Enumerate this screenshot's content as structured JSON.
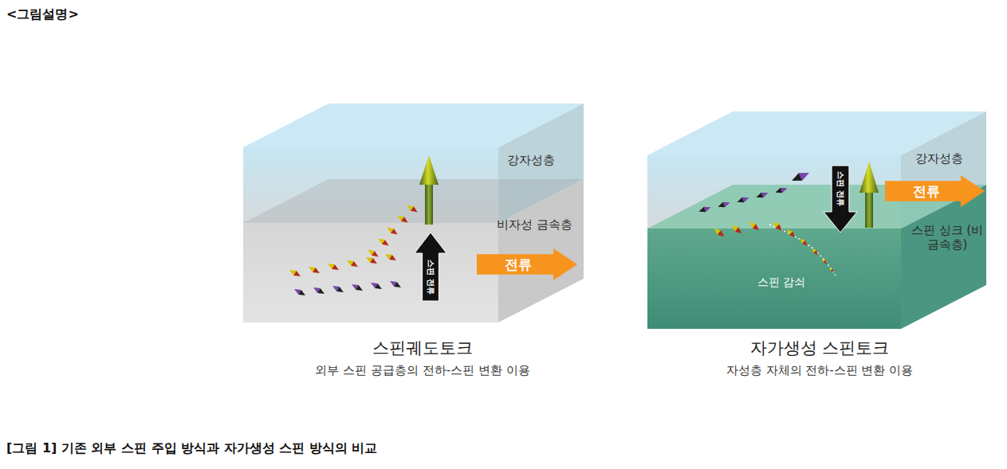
{
  "diagram": {
    "title": "<그림설명>",
    "caption": "[그림 1] 기존 외부 스핀 주입 방식과 자가생성 스핀 방식의 비교",
    "nodes": [
      {
        "text": [
          "강자성층"
        ]
      },
      {
        "text": [
          "비자성 금속층"
        ]
      },
      {
        "text": [
          "스핀 전류"
        ],
        "in": 1
      },
      {
        "text": [
          "전류"
        ],
        "in": 1
      },
      {
        "text": [
          "강자성층"
        ]
      },
      {
        "text": [
          "스핀 전류"
        ],
        "in": 4
      },
      {
        "text": [
          "전류"
        ],
        "in": 4
      },
      {
        "text": [
          "스핀 싱크 (비금속층)"
        ]
      }
    ],
    "labels": [
      "스핀궤도토크",
      "외부 스핀 공급층의 전하-스핀 변환 이용",
      "스핀 감쇠",
      "자가생성 스핀토크",
      "자성층 자체의 전하-스핀 변환 이용"
    ]
  }
}
